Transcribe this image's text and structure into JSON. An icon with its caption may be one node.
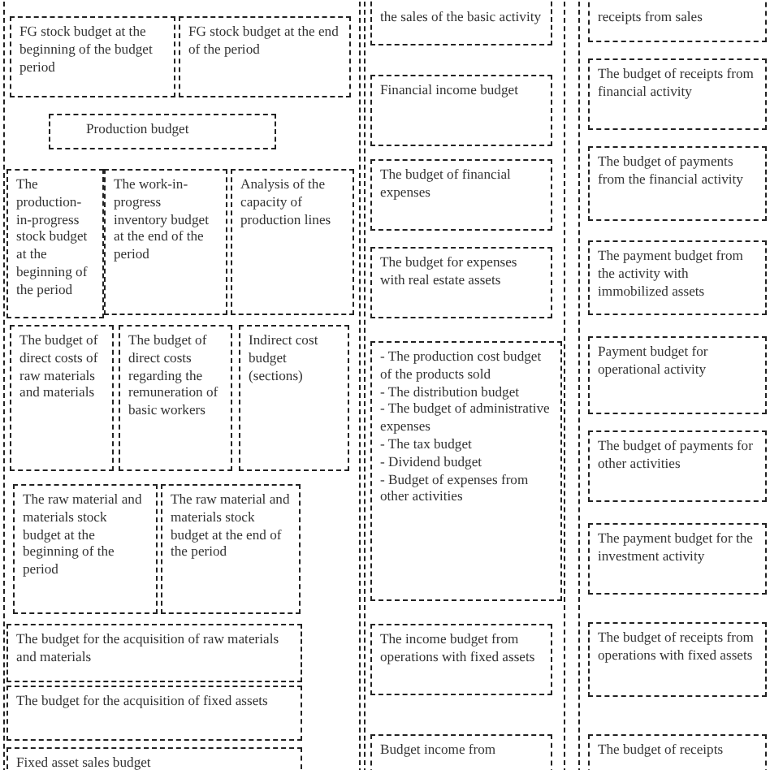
{
  "diagram": {
    "nodes": [
      {
        "text": [
          "FG stock budget at the beginning of the budget period"
        ]
      },
      {
        "text": [
          "FG stock budget at the end of the period"
        ]
      },
      {
        "text": [
          "Production budget"
        ]
      },
      {
        "text": [
          "The production-in-progress stock budget at the beginning of the period"
        ]
      },
      {
        "text": [
          "The work-in-progress inventory budget at the end of the period"
        ]
      },
      {
        "text": [
          "Analysis of the capacity of production lines"
        ]
      },
      {
        "text": [
          "The budget of direct costs of raw materials and materials"
        ]
      },
      {
        "text": [
          "The budget of direct costs regarding the remuneration of basic workers"
        ]
      },
      {
        "text": [
          "Indirect cost budget (sections)"
        ]
      },
      {
        "text": [
          "The raw material and materials stock budget at the beginning of the period"
        ]
      },
      {
        "text": [
          "The raw material and materials stock budget at the end of the period"
        ]
      },
      {
        "text": [
          "The budget for the acquisition of raw materials and materials"
        ]
      },
      {
        "text": [
          "The budget for the acquisition of fixed assets"
        ]
      },
      {
        "text": [
          "Fixed asset sales budget"
        ]
      },
      {
        "text": [
          "the sales of the basic activity"
        ]
      },
      {
        "text": [
          "Financial income budget"
        ]
      },
      {
        "text": [
          "The budget of financial expenses"
        ]
      },
      {
        "text": [
          "The budget for expenses with real estate assets"
        ]
      },
      {
        "text": [
          "- The production cost budget of the products sold",
          "- The distribution budget",
          "- The budget of administrative expenses",
          "- The tax budget",
          "- Dividend budget",
          "- Budget of expenses from other activities"
        ]
      },
      {
        "text": [
          "The income budget from operations with fixed assets"
        ]
      },
      {
        "text": [
          "Budget income from"
        ]
      },
      {
        "text": [
          "receipts from sales"
        ]
      },
      {
        "text": [
          "The budget of receipts from financial activity"
        ]
      },
      {
        "text": [
          "The budget of payments from the financial activity"
        ]
      },
      {
        "text": [
          "The payment budget from the activity with immobilized assets"
        ]
      },
      {
        "text": [
          "Payment budget for operational activity"
        ]
      },
      {
        "text": [
          "The budget of payments for other activities"
        ]
      },
      {
        "text": [
          "The payment budget for the investment activity"
        ]
      },
      {
        "text": [
          "The budget of receipts from operations with fixed assets"
        ]
      },
      {
        "text": [
          "The budget of receipts"
        ]
      }
    ]
  }
}
